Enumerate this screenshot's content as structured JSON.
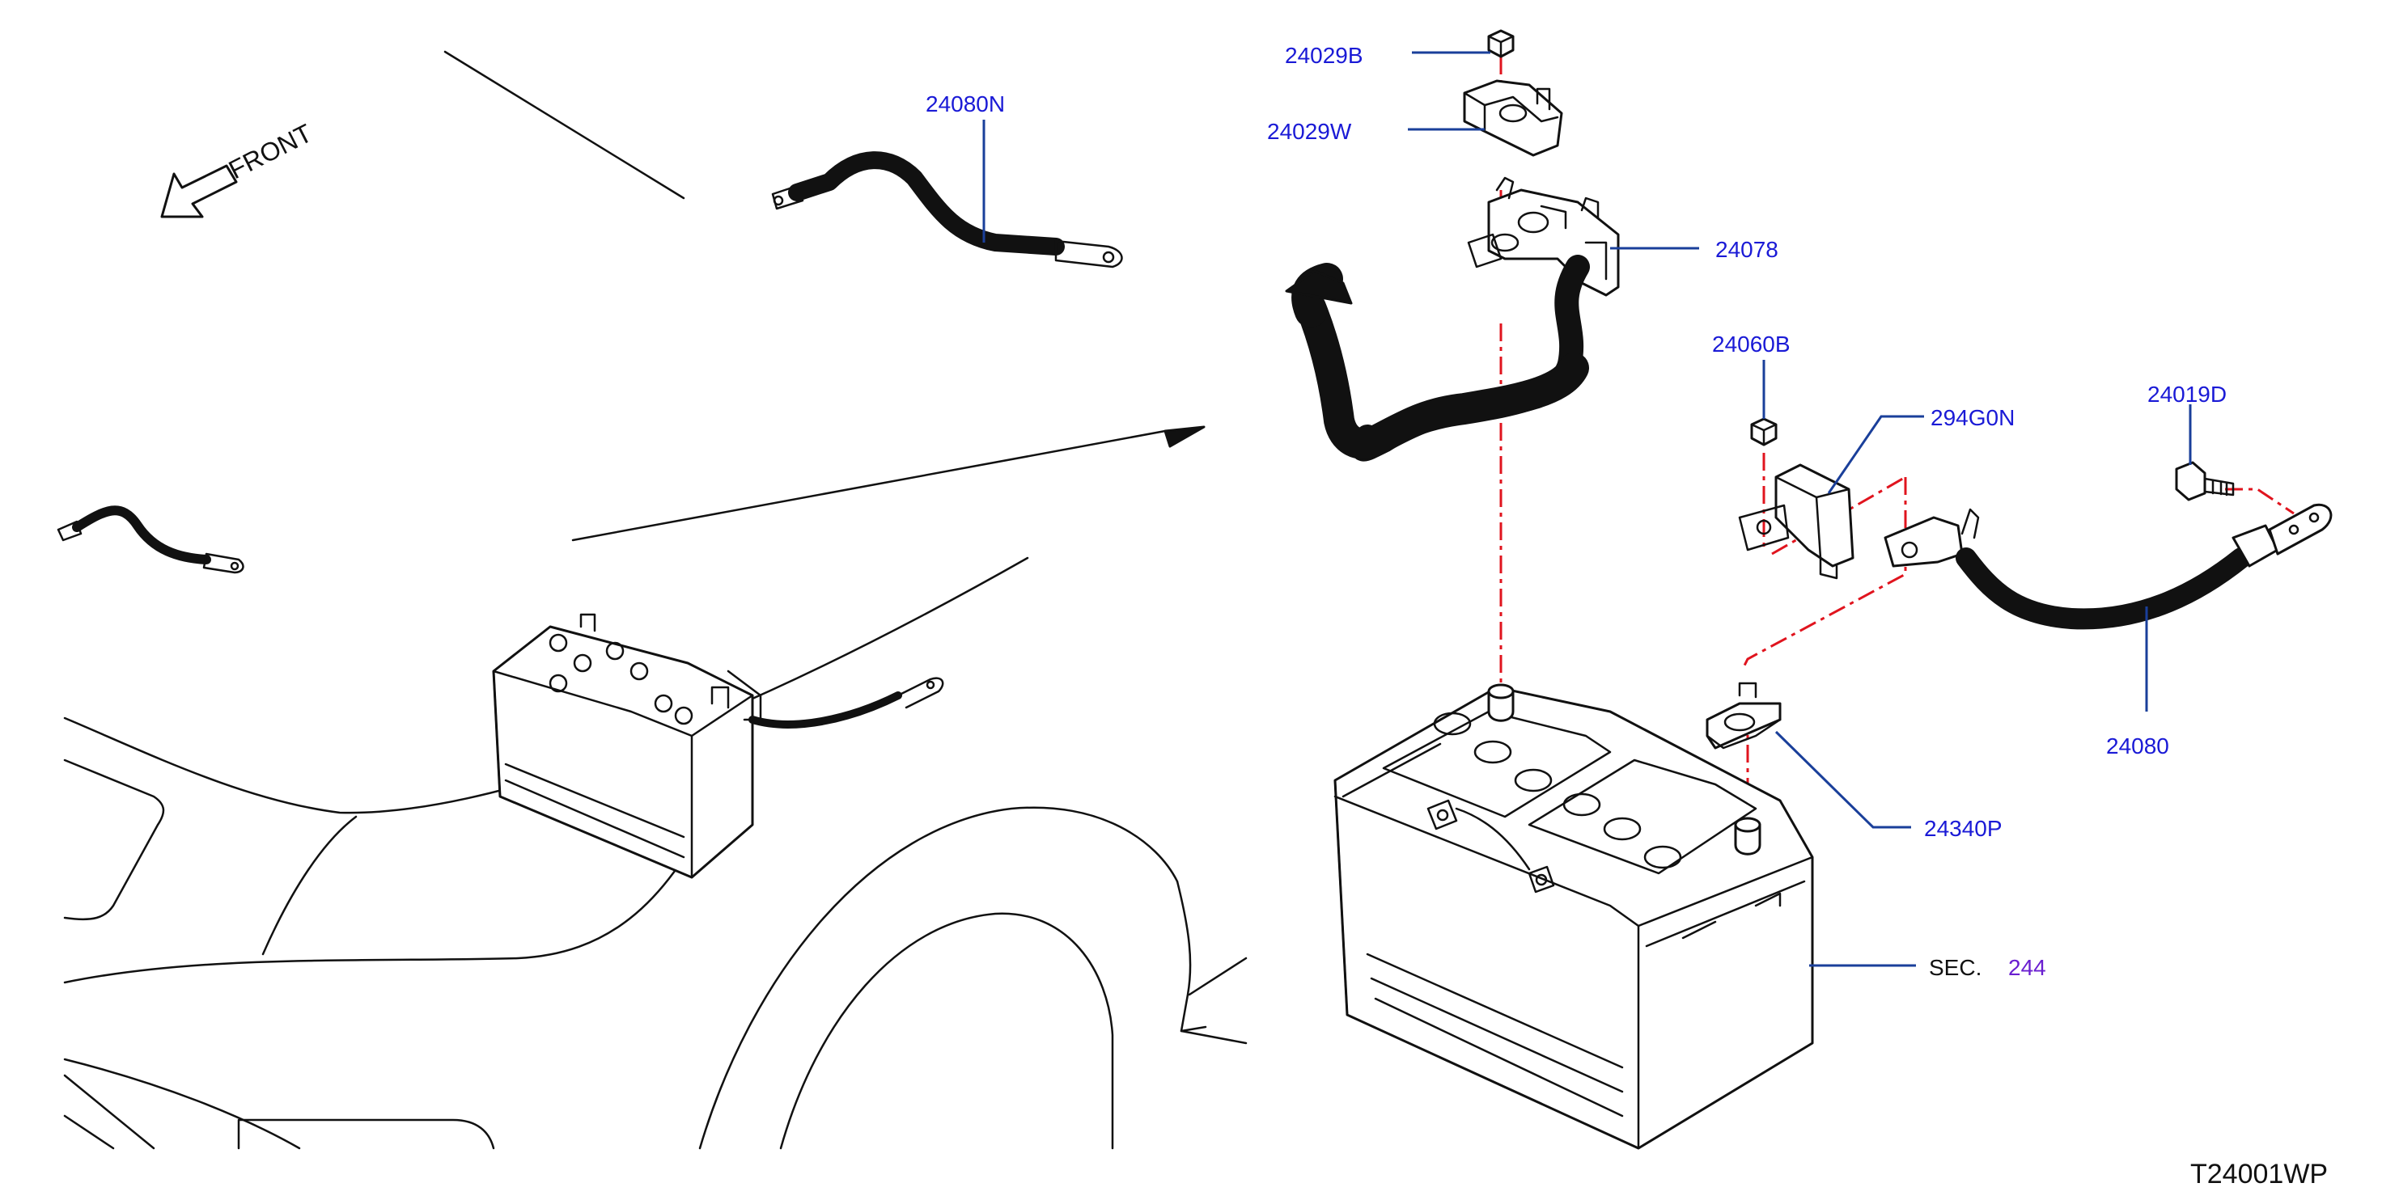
{
  "orientation": {
    "label": "FRONT"
  },
  "callouts": {
    "c_24029B": "24029B",
    "c_24029W": "24029W",
    "c_24080N": "24080N",
    "c_24078": "24078",
    "c_24060B": "24060B",
    "c_294G0N": "294G0N",
    "c_24019D": "24019D",
    "c_24080": "24080",
    "c_24340P": "24340P"
  },
  "section_ref": {
    "prefix": "SEC.",
    "number": "244"
  },
  "diagram_code": "T24001WP",
  "colors": {
    "callout_text": "#1a1ad6",
    "section_ref_text": "#6a1fd0",
    "leader_line": "#1a3f9a",
    "assembly_dash_line": "#e0141e",
    "line_art": "#111111"
  }
}
